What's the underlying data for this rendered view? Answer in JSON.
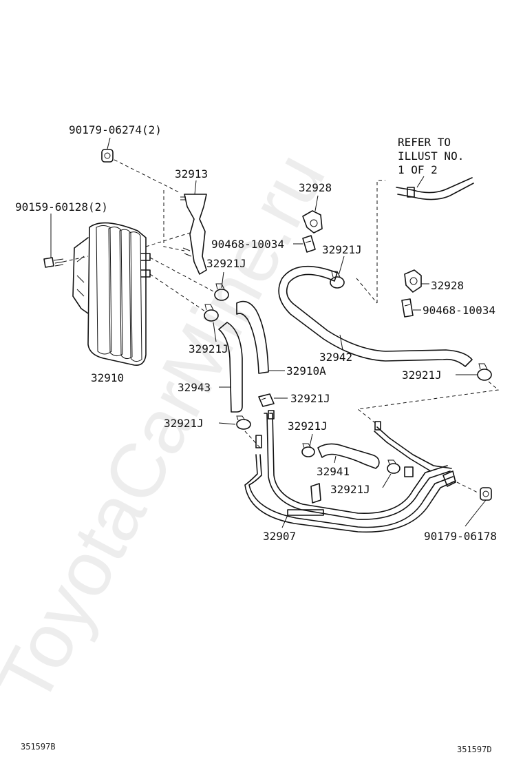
{
  "watermark": "ToyotaCarMine.ru",
  "note": [
    "REFER TO",
    "ILLUST NO.",
    "1 OF 2"
  ],
  "labels": {
    "p90179_06274": "90179-06274(2)",
    "p32913": "32913",
    "p90159_60128": "90159-60128(2)",
    "p32928_top": "32928",
    "p90468_10034_left": "90468-10034",
    "p32921J_a": "32921J",
    "p32921J_b": "32921J",
    "p32921J_c": "32921J",
    "p32928_right": "32928",
    "p90468_10034_right": "90468-10034",
    "p32942": "32942",
    "p32921J_d": "32921J",
    "p32910": "32910",
    "p32943": "32943",
    "p32910A": "32910A",
    "p32921J_e": "32921J",
    "p32921J_f": "32921J",
    "p32921J_g": "32921J",
    "p32941": "32941",
    "p32921J_h": "32921J",
    "p32907": "32907",
    "p90179_06178": "90179-06178"
  },
  "codes": {
    "left": "351597B",
    "right": "351597D"
  }
}
